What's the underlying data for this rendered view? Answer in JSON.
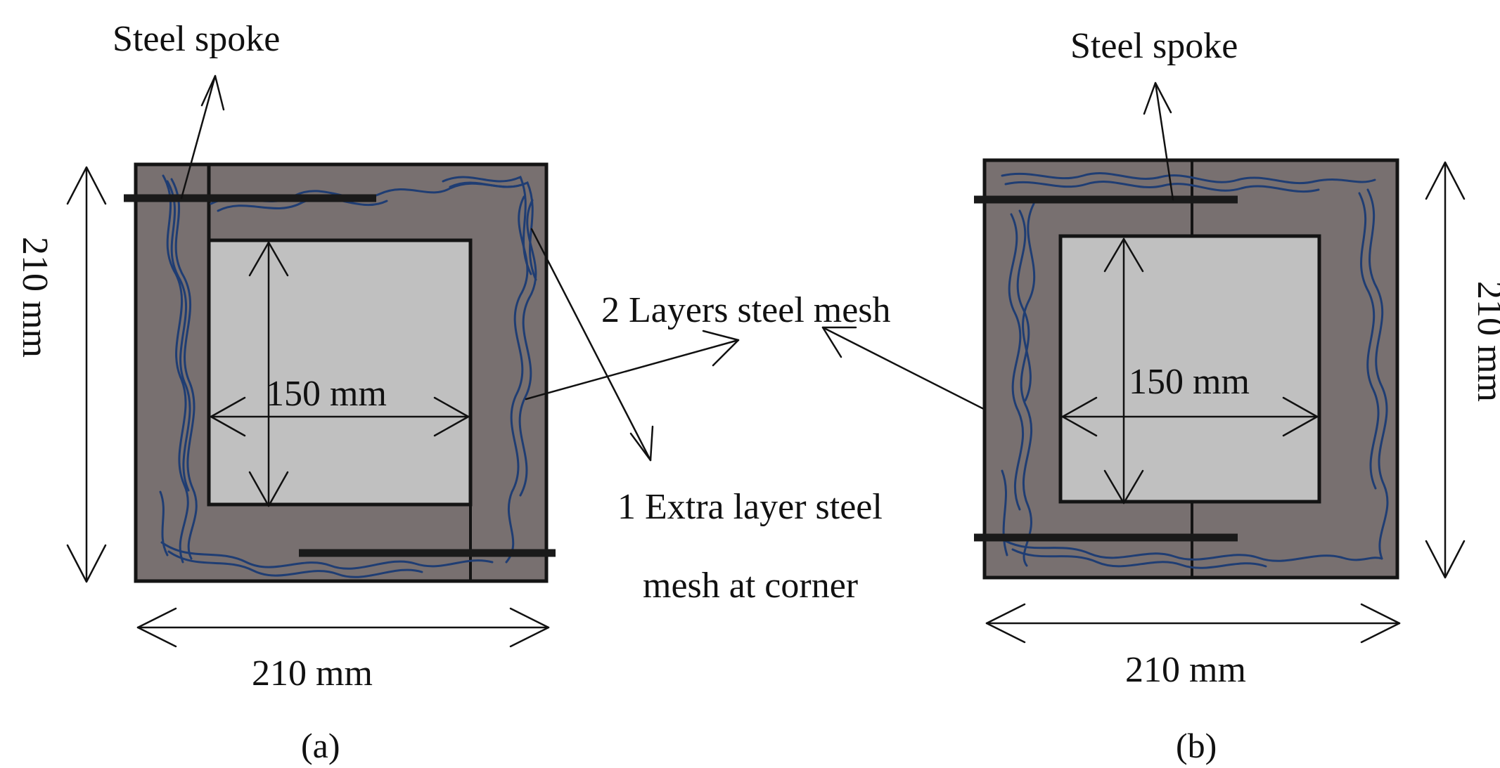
{
  "colors": {
    "jacket": "#787070",
    "core": "#c0c0c0",
    "outline": "#141414",
    "mesh": "#1f3d73",
    "spoke": "#1a1a1a",
    "text": "#111111"
  },
  "panel_a": {
    "caption": "(a)",
    "spoke_label": "Steel spoke",
    "outer_width_label": "210 mm",
    "outer_height_label": "210 mm",
    "core_label": "150 mm"
  },
  "panel_b": {
    "caption": "(b)",
    "spoke_label": "Steel spoke",
    "outer_width_label": "210 mm",
    "outer_height_label": "210 mm",
    "core_label": "150 mm"
  },
  "callouts": {
    "mesh_label": "2 Layers steel mesh",
    "extra_label_line1": "1 Extra layer steel",
    "extra_label_line2": "mesh at corner"
  },
  "icons": {
    "dimension_arrow": "double-headed-arrow",
    "leader_arrow": "open-arrowhead"
  }
}
